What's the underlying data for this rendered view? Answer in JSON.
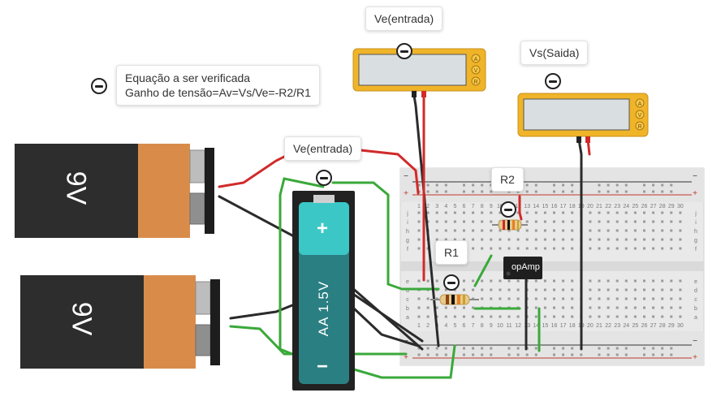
{
  "note": {
    "line1": "Equação a ser verificada",
    "line2": "Ganho de tensão=Av=Vs/Ve=-R2/R1"
  },
  "meters": {
    "ve_label": "Ve(entrada)",
    "vs_label": "Vs(Saida)",
    "buttons": [
      "A",
      "V",
      "R"
    ]
  },
  "probe_label": "Ve(entrada)",
  "batteries": {
    "nine_volt_label": "9V",
    "aa_label": "AA 1.5V",
    "plus": "+",
    "minus": "−"
  },
  "components": {
    "r1": "R1",
    "r2": "R2",
    "opamp": "opAmp"
  },
  "breadboard": {
    "rail_plus": "+",
    "rail_minus": "−",
    "columns": [
      "1",
      "2",
      "3",
      "4",
      "5",
      "6",
      "7",
      "8",
      "9",
      "10",
      "11",
      "12",
      "13",
      "14",
      "15",
      "16",
      "17",
      "18",
      "19",
      "20",
      "21",
      "22",
      "23",
      "24",
      "25",
      "26",
      "27",
      "28",
      "29",
      "30"
    ],
    "rows_top": [
      "j",
      "i",
      "h",
      "g",
      "f"
    ],
    "rows_bottom": [
      "e",
      "d",
      "c",
      "b",
      "a"
    ]
  }
}
